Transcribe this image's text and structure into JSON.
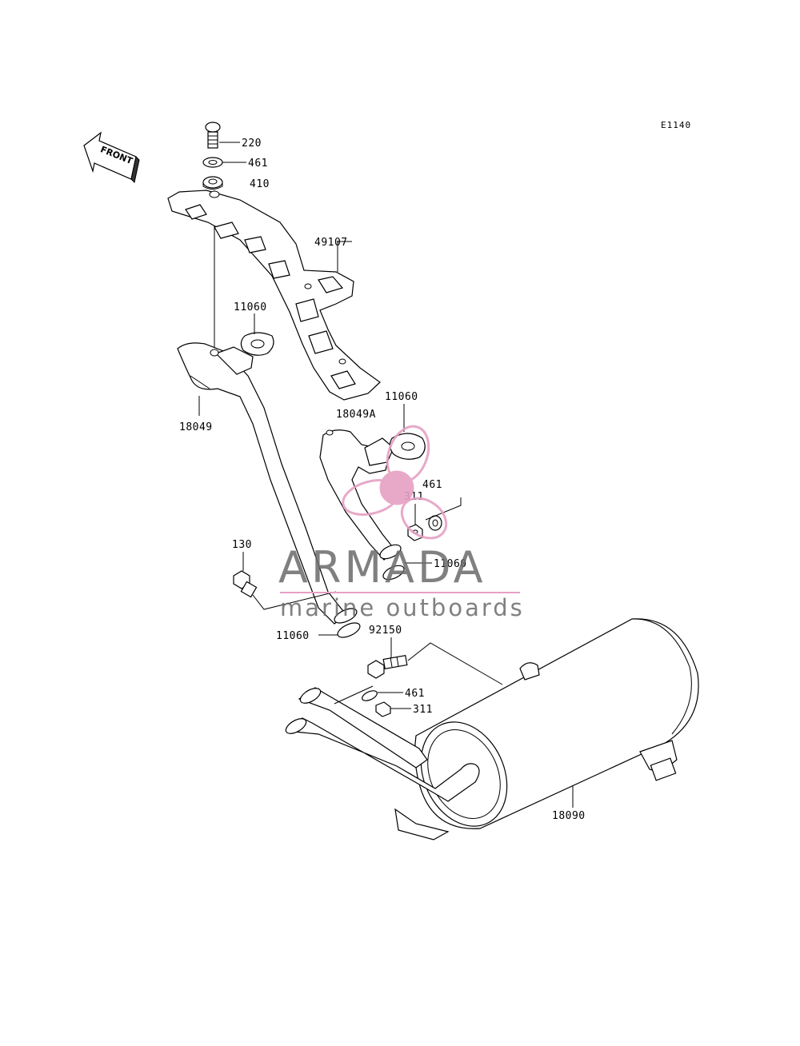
{
  "diagram": {
    "reference_code": "E1140",
    "front_label": "FRONT",
    "parts": {
      "p220": "220",
      "p461_top": "461",
      "p410": "410",
      "p49107": "49107",
      "p11060_a": "11060",
      "p18049": "18049",
      "p18049A": "18049A",
      "p11060_b": "11060",
      "p461_mid": "461",
      "p311_mid": "311",
      "p130": "130",
      "p11060_c": "11060",
      "p11060_d": "11060",
      "p92150": "92150",
      "p461_low": "461",
      "p311_low": "311",
      "p18090": "18090"
    }
  },
  "watermark": {
    "title": "ARMADA",
    "subtitle": "marine outboards",
    "accent_color": "#e6a0c4"
  }
}
